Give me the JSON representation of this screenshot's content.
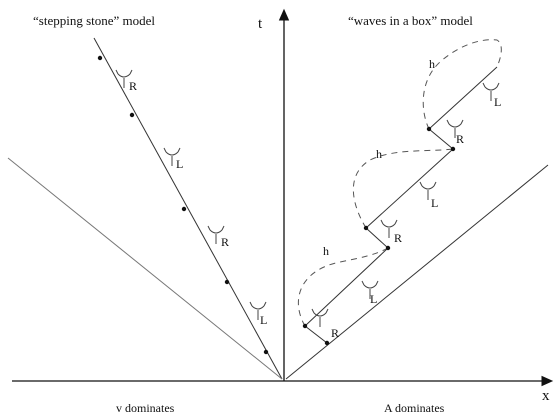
{
  "titles": {
    "left": "“stepping stone” model",
    "right": "“waves  in a box” model"
  },
  "axes": {
    "t": "t",
    "x": "x"
  },
  "footers": {
    "left": "v dominates",
    "right": "A dominates"
  },
  "labels": {
    "R": "R",
    "L": "L",
    "h": "h"
  }
}
